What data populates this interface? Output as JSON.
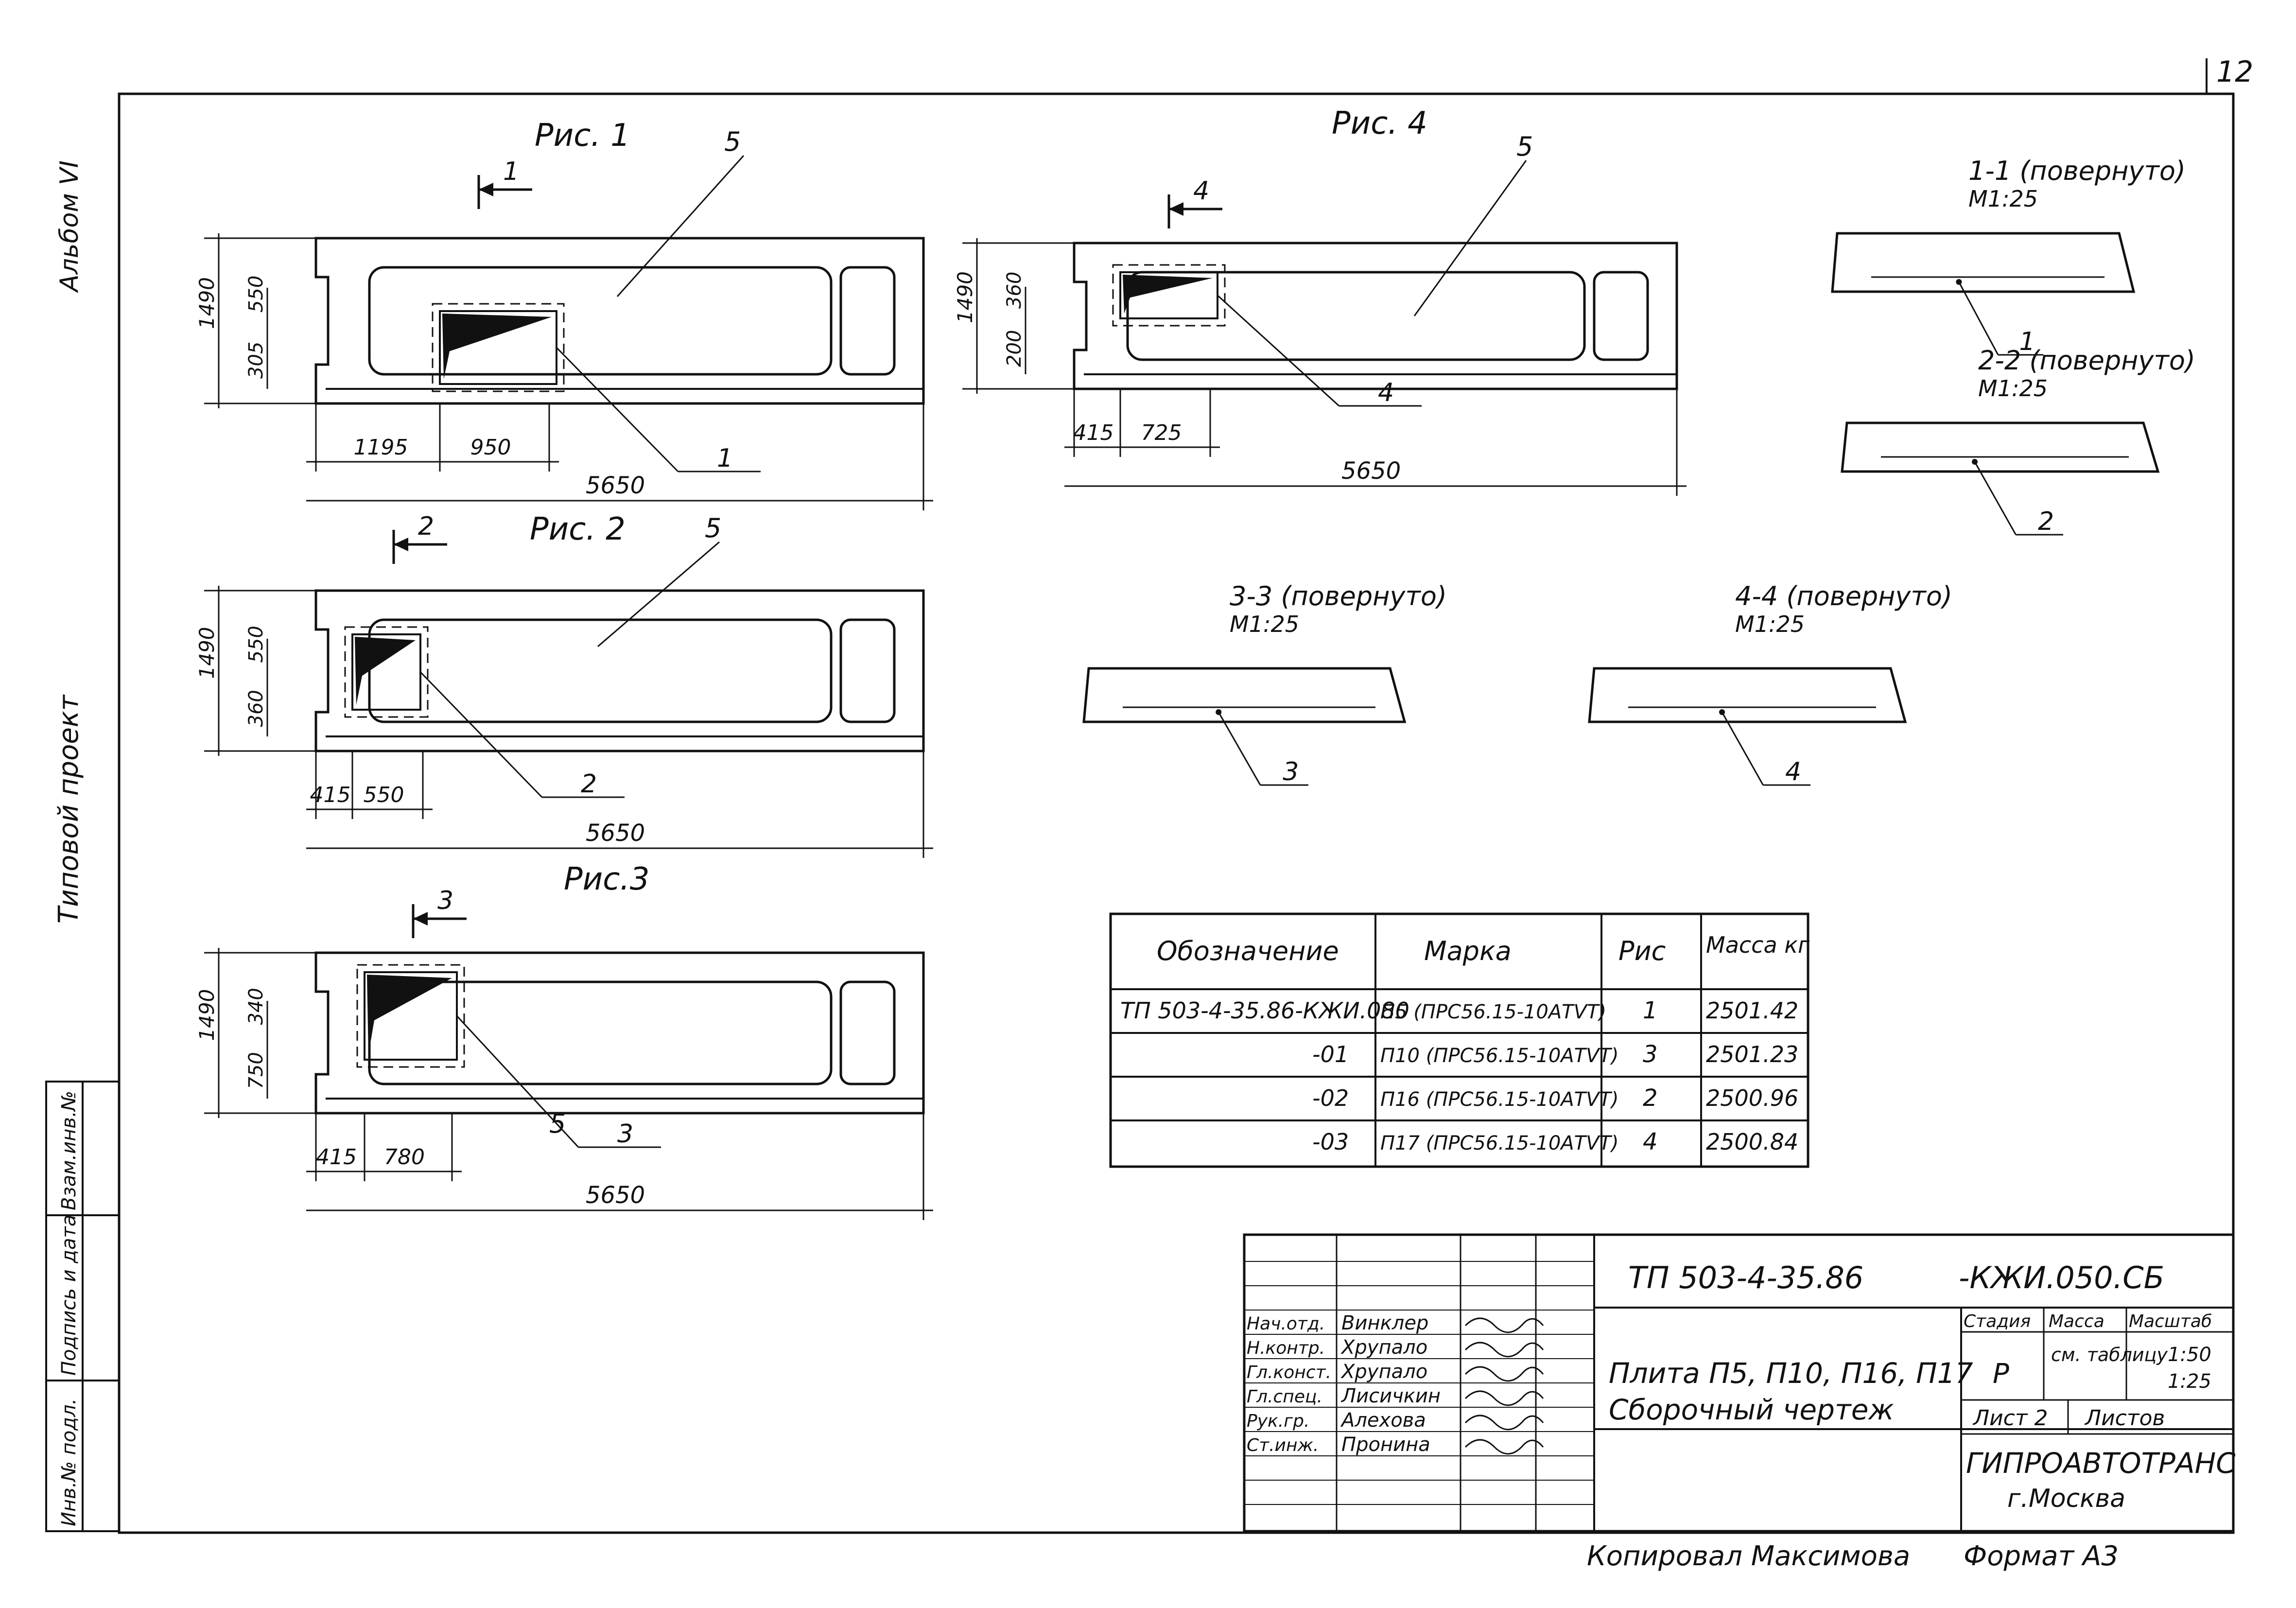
{
  "sheet": {
    "page_number": "12",
    "format": "Формат А3",
    "copied_by": "Копировал Максимова"
  },
  "side": {
    "album": "Альбом VI",
    "project": "Типовой проект",
    "box_labels": [
      "Инв.№ подл.",
      "Подпись и дата",
      "Взам.инв.№"
    ]
  },
  "figures": {
    "fig1": {
      "title": "Рис. 1",
      "dim_h": "1490",
      "dim_a": "550",
      "dim_b": "305",
      "dim_x1": "1195",
      "dim_x2": "950",
      "dim_total": "5650",
      "sec_mark": "1",
      "callout_panel": "5",
      "callout_detail": "1"
    },
    "fig2": {
      "title": "Рис. 2",
      "dim_h": "1490",
      "dim_a": "550",
      "dim_b": "360",
      "dim_x1": "415",
      "dim_x2": "550",
      "dim_total": "5650",
      "sec_mark": "2",
      "callout_panel": "5",
      "callout_detail": "2"
    },
    "fig3": {
      "title": "Рис.3",
      "dim_h": "1490",
      "dim_a": "340",
      "dim_b": "750",
      "dim_x1": "415",
      "dim_x2": "780",
      "dim_total": "5650",
      "sec_mark": "3",
      "callout_panel": "5",
      "callout_detail": "3"
    },
    "fig4": {
      "title": "Рис. 4",
      "dim_h": "1490",
      "dim_a": "360",
      "dim_b": "200",
      "dim_x1": "415",
      "dim_x2": "725",
      "dim_total": "5650",
      "sec_mark": "4",
      "callout_panel": "5",
      "callout_detail": "4"
    }
  },
  "sections": [
    {
      "title": "1-1 (повернуто)",
      "scale": "М1:25",
      "callout": "1"
    },
    {
      "title": "2-2 (повернуто)",
      "scale": "М1:25",
      "callout": "2"
    },
    {
      "title": "3-3 (повернуто)",
      "scale": "М1:25",
      "callout": "3"
    },
    {
      "title": "4-4 (повернуто)",
      "scale": "М1:25",
      "callout": "4"
    }
  ],
  "spec_table": {
    "headers": [
      "Обозначение",
      "Марка",
      "Рис",
      "Масса кг"
    ],
    "rows": [
      [
        "ТП 503-4-35.86-КЖИ.080",
        "П5 (ПРС56.15-10АТVТ)",
        "1",
        "2501.42"
      ],
      [
        "-01",
        "П10 (ПРС56.15-10АТVТ)",
        "3",
        "2501.23"
      ],
      [
        "-02",
        "П16 (ПРС56.15-10АТVТ)",
        "2",
        "2500.96"
      ],
      [
        "-03",
        "П17 (ПРС56.15-10АТVТ)",
        "4",
        "2500.84"
      ]
    ]
  },
  "title_block": {
    "code": "ТП 503-4-35.86",
    "doc": "-КЖИ.050.СБ",
    "name_line1": "Плита П5, П10, П16, П17",
    "name_line2": "Сборочный чертеж",
    "staff": [
      [
        "Нач.отд.",
        "Винклер"
      ],
      [
        "Н.контр.",
        "Хрупало"
      ],
      [
        "Гл.конст.",
        "Хрупало"
      ],
      [
        "Гл.спец.",
        "Лисичкин"
      ],
      [
        "Рук.гр.",
        "Алехова"
      ],
      [
        "Ст.инж.",
        "Пронина"
      ]
    ],
    "stage_label": "Стадия",
    "mass_label": "Масса",
    "scale_label": "Масштаб",
    "stage": "Р",
    "mass": "см. таблицу",
    "scale1": "1:50",
    "scale2": "1:25",
    "sheet": "Лист 2",
    "sheets": "Листов",
    "org": "ГИПРОАВТОТРАНС",
    "city": "г.Москва"
  }
}
